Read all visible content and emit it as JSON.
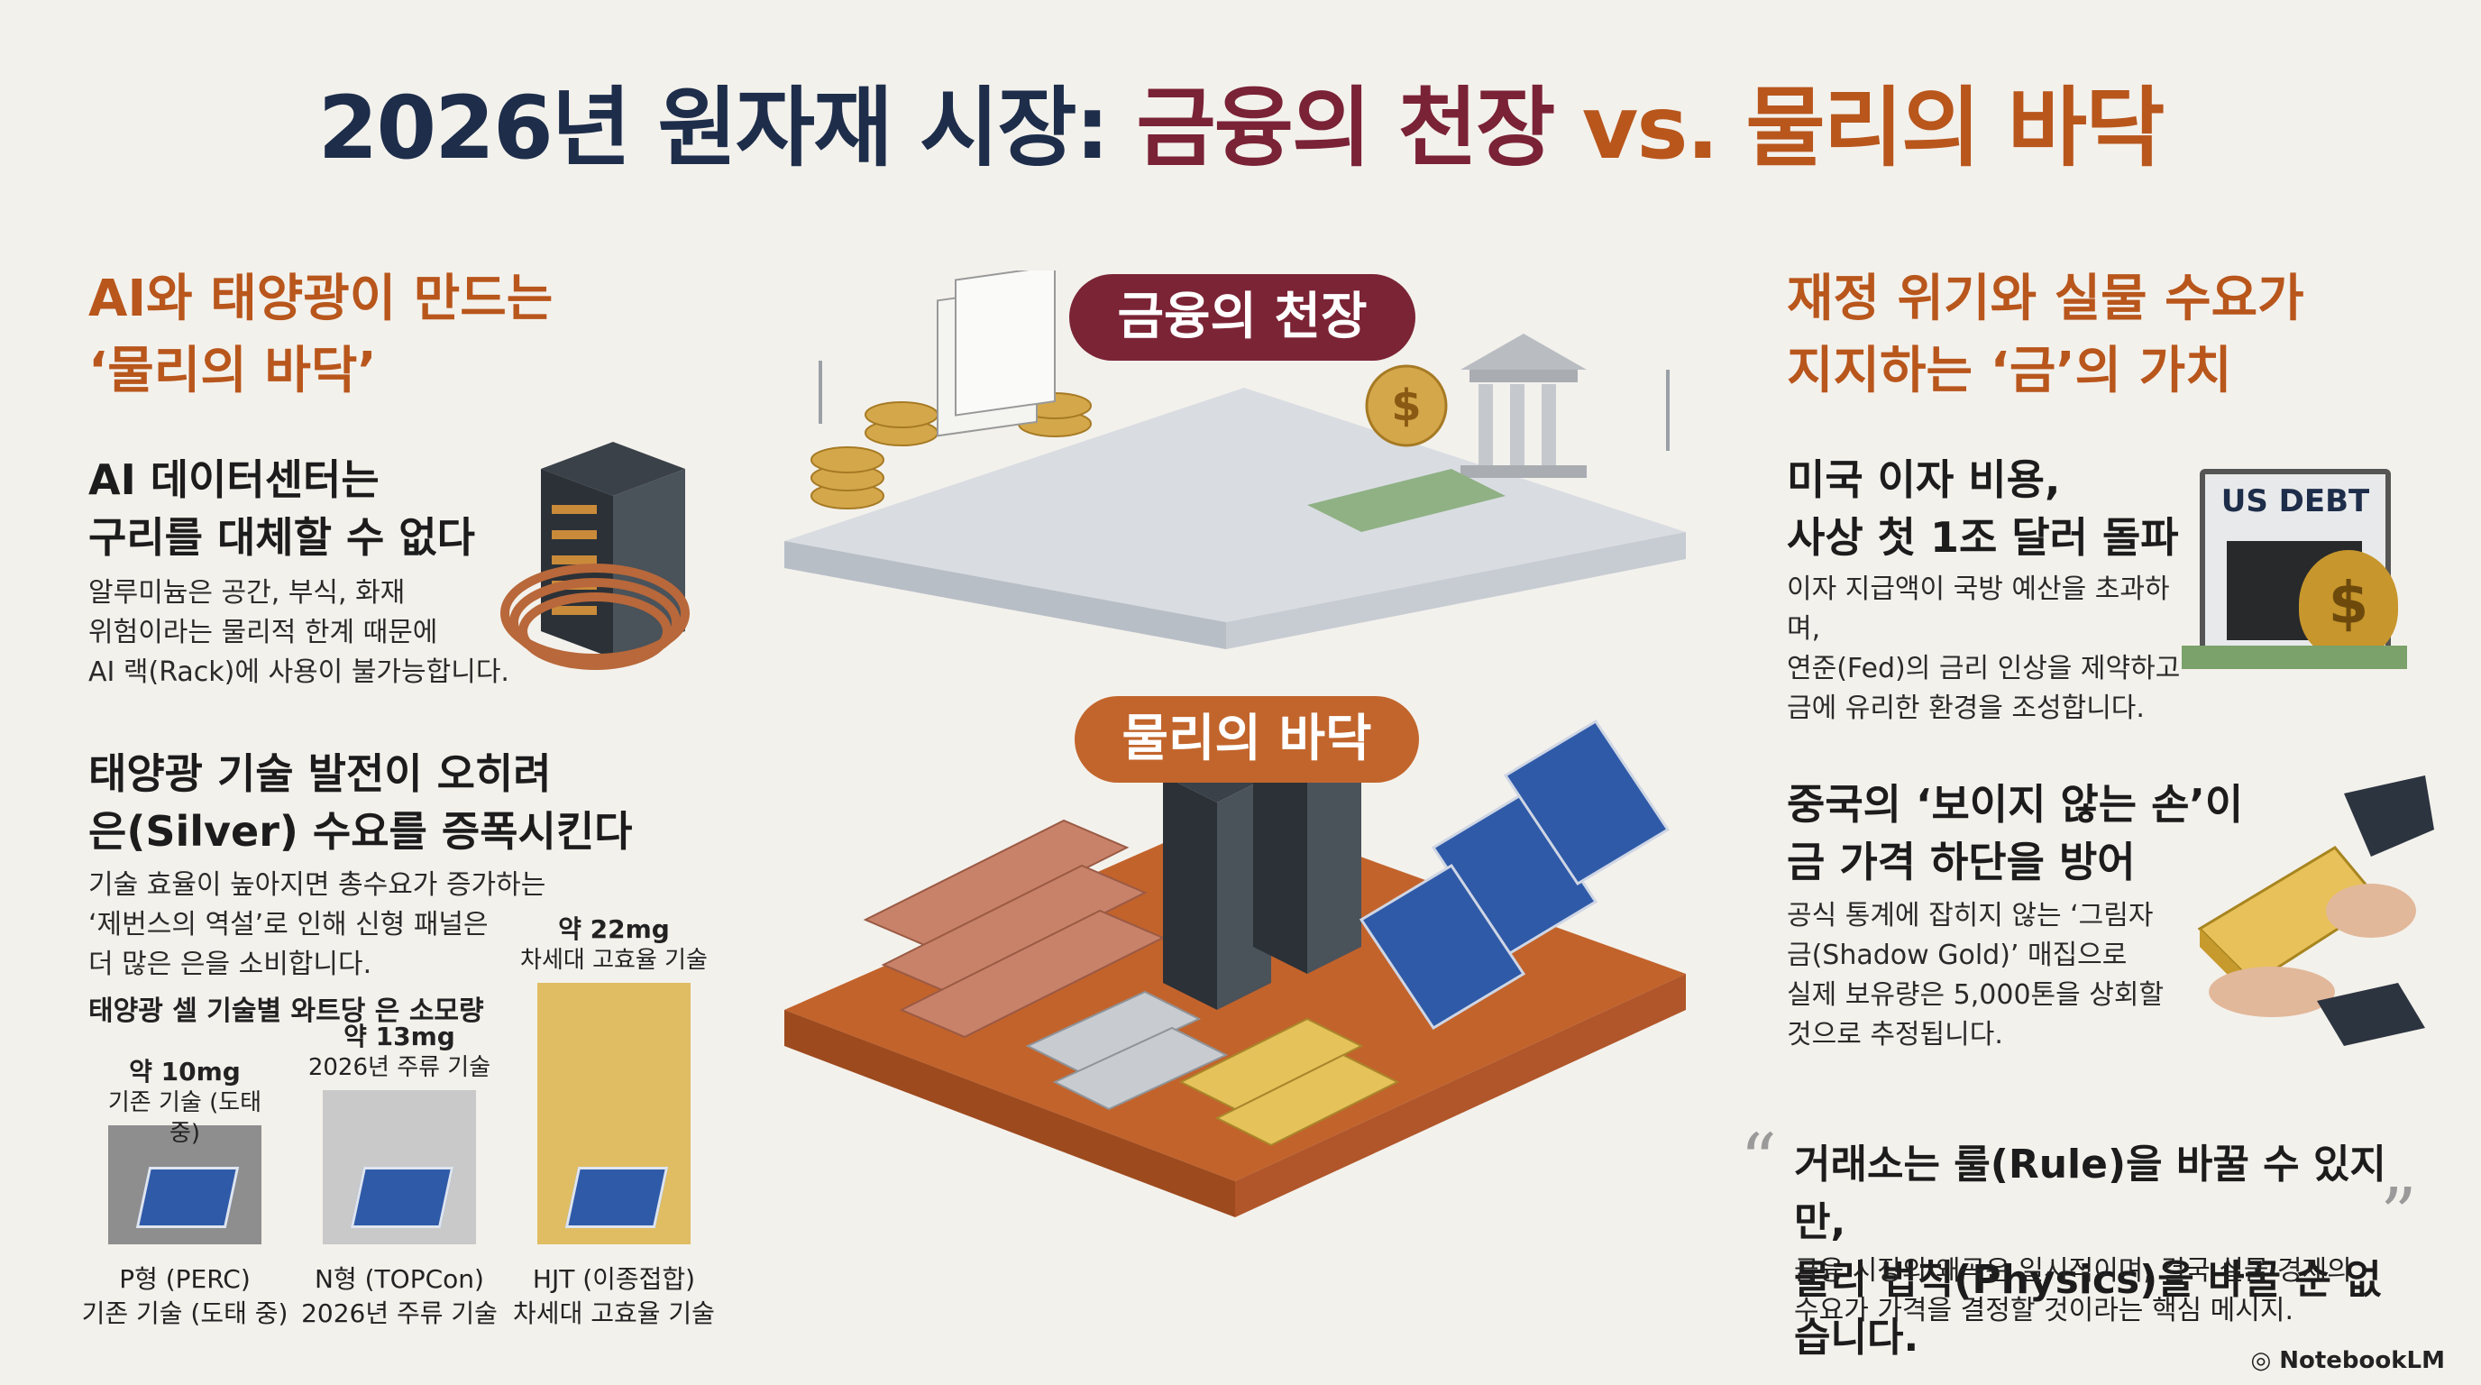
{
  "title": {
    "part1": "2026년 원자재 시장:",
    "part2": "금융의 천장",
    "part3": "vs.",
    "part4": "물리의 바닥"
  },
  "center": {
    "ceiling_label": "금융의 천장",
    "floor_label": "물리의 바닥"
  },
  "left": {
    "section_title_line1": "AI와 태양광이 만드는",
    "section_title_line2": "‘물리의 바닥’",
    "item1": {
      "title_line1": "AI 데이터센터는",
      "title_line2": "구리를 대체할 수 없다",
      "body_line1": "알루미늄은 공간, 부식, 화재",
      "body_line2": "위험이라는 물리적 한계 때문에",
      "body_line3": "AI 랙(Rack)에 사용이 불가능합니다."
    },
    "item2": {
      "title_line1": "태양광 기술 발전이 오히려",
      "title_line2": "은(Silver) 수요를 증폭시킨다",
      "body_line1": "기술 효율이 높아지면 총수요가 증가하는",
      "body_line2": "‘제번스의 역설’로 인해 신형 패널은",
      "body_line3": "더 많은 은을 소비합니다."
    },
    "chart_title": "태양광 셀 기술별 와트당 은 소모량"
  },
  "chart_data": {
    "type": "bar",
    "title": "태양광 셀 기술별 와트당 은 소모량",
    "categories": [
      "P형 (PERC)",
      "N형 (TOPCon)",
      "HJT (이종접합)"
    ],
    "category_sub": [
      "기존 기술 (도태 중)",
      "2026년 주류 기술",
      "차세대 고효율 기술"
    ],
    "values": [
      10,
      13,
      22
    ],
    "value_labels": [
      "약 10mg",
      "약 13mg",
      "약 22mg"
    ],
    "value_notes": [
      "기존 기술 (도태 중)",
      "2026년 주류 기술",
      "차세대 고효율 기술"
    ],
    "unit": "mg",
    "ylim": [
      0,
      22
    ],
    "colors": [
      "#8e8e8e",
      "#c9c9c9",
      "#e0bd63"
    ]
  },
  "right": {
    "section_title_line1": "재정 위기와 실물 수요가",
    "section_title_line2": "지지하는 ‘금’의 가치",
    "item1": {
      "title_line1": "미국 이자 비용,",
      "title_line2": "사상 첫 1조 달러 돌파",
      "body_line1": "이자 지급액이 국방 예산을 초과하며,",
      "body_line2": "연준(Fed)의 금리 인상을 제약하고",
      "body_line3": "금에 유리한 환경을 조성합니다.",
      "sign": "US DEBT"
    },
    "item2": {
      "title_line1": "중국의 ‘보이지 않는 손’이",
      "title_line2": "금 가격 하단을 방어",
      "body_line1": "공식 통계에 잡히지 않는 ‘그림자",
      "body_line2": "금(Shadow Gold)’ 매집으로",
      "body_line3": "실제 보유량은 5,000톤을 상회할",
      "body_line4": "것으로 추정됩니다."
    },
    "quote": {
      "line1": "거래소는 룰(Rule)을 바꿀 수 있지만,",
      "line2": "물리 법칙(Physics)을 바꿀 순 없습니다.",
      "body_line1": "금융 시장의 왜곡은 일시적이며, 결국 실물 경제의",
      "body_line2": "수요가 가격을 결정할 것이라는 핵심 메시지."
    }
  },
  "footer": {
    "brand": "NotebookLM"
  }
}
